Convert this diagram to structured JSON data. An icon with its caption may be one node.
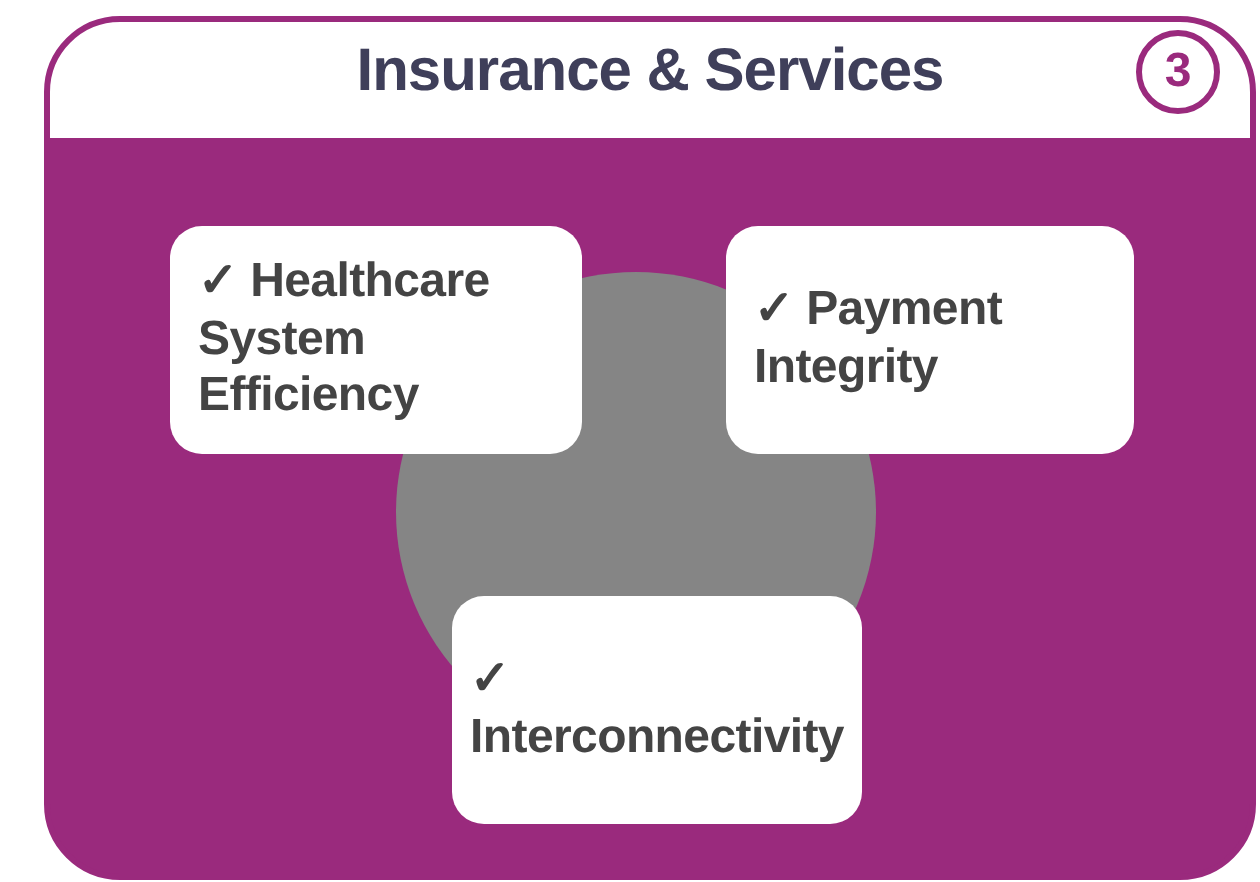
{
  "diagram": {
    "nodes": [
      {
        "text": [
          "Insurance & Services"
        ]
      },
      {
        "text": [
          "3"
        ],
        "in": 0
      },
      {
        "text": [
          "✓ Healthcare System Efficiency"
        ],
        "in": 0
      },
      {
        "text": [
          "✓ Payment Integrity"
        ],
        "in": 0
      },
      {
        "text": [
          "✓ Interconnectivity"
        ],
        "in": 0
      }
    ],
    "edges": []
  }
}
